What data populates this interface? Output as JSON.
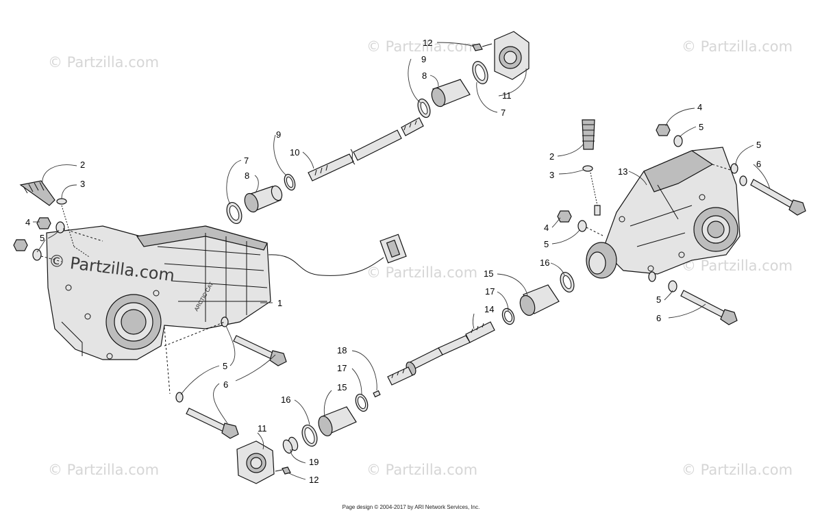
{
  "watermark_text": "© Partzilla.com",
  "footer_text": "Page design © 2004-2017 by ARI Network Services, Inc.",
  "callouts": {
    "c1": "1",
    "c2a": "2",
    "c2b": "2",
    "c3a": "3",
    "c3b": "3",
    "c4a": "4",
    "c4b": "4",
    "c4c": "4",
    "c5a": "5",
    "c5b": "5",
    "c5c": "5",
    "c5d": "5",
    "c5e": "5",
    "c5f": "5",
    "c6a": "6",
    "c6b": "6",
    "c6c": "6",
    "c7a": "7",
    "c7b": "7",
    "c8a": "8",
    "c8b": "8",
    "c9a": "9",
    "c9b": "9",
    "c10": "10",
    "c11a": "11",
    "c11b": "11",
    "c12a": "12",
    "c12b": "12",
    "c13": "13",
    "c14": "14",
    "c15a": "15",
    "c15b": "15",
    "c16a": "16",
    "c16b": "16",
    "c17a": "17",
    "c17b": "17",
    "c18": "18",
    "c19": "19"
  },
  "housing_label": "ARCTIC CAT"
}
